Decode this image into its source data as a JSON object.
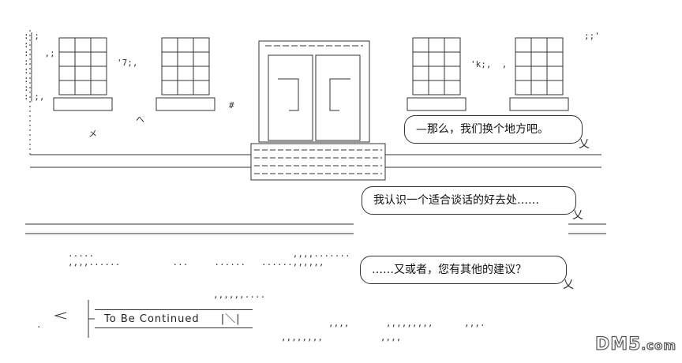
{
  "dialogue": [
    {
      "text": "—那么，我们换个地方吧。"
    },
    {
      "text": "我认识一个适合谈话的好去处……"
    },
    {
      "text": "……又或者，您有其他的建议？"
    }
  ],
  "footer": {
    "continue_label": "To  Be  Continued",
    "continue_mark": "|＼|"
  },
  "watermark": {
    "logo_text": "DM5",
    "logo_suffix": ".com"
  },
  "colors": {
    "ink": "#222222",
    "background": "#ffffff"
  }
}
